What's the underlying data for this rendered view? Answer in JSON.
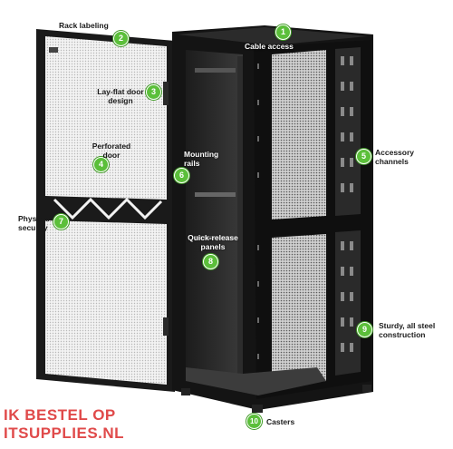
{
  "callouts": [
    {
      "number": "1",
      "text": "Cable access"
    },
    {
      "number": "2",
      "text": "Rack labeling"
    },
    {
      "number": "3",
      "text": "Lay-flat door design"
    },
    {
      "number": "4",
      "text": "Perforated door"
    },
    {
      "number": "5",
      "text": "Accessory channels"
    },
    {
      "number": "6",
      "text": "Mounting rails"
    },
    {
      "number": "7",
      "text": "Physical security"
    },
    {
      "number": "8",
      "text": "Quick-release panels"
    },
    {
      "number": "9",
      "text": "Sturdy, all steel construction"
    },
    {
      "number": "10",
      "text": "Casters"
    }
  ],
  "watermark": {
    "line1": "IK BESTEL OP",
    "line2": "ITSUPPLIES.NL"
  },
  "colors": {
    "badge": "#5bbf3a",
    "rack": "#141414",
    "door_mesh": "#e8e8e8",
    "watermark": "#e04a4a"
  }
}
